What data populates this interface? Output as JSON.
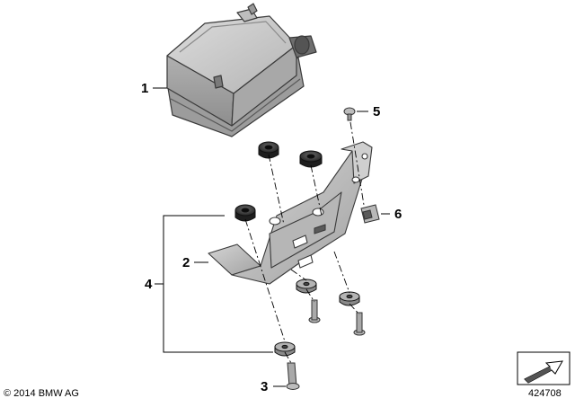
{
  "diagram": {
    "callouts": [
      {
        "id": "1",
        "label": "1"
      },
      {
        "id": "2",
        "label": "2"
      },
      {
        "id": "3",
        "label": "3"
      },
      {
        "id": "4",
        "label": "4"
      },
      {
        "id": "5",
        "label": "5"
      },
      {
        "id": "6",
        "label": "6"
      }
    ],
    "parts": [
      {
        "callout": "1",
        "icon": "control-unit-box-icon"
      },
      {
        "callout": "2",
        "icon": "mounting-bracket-icon"
      },
      {
        "callout": "3",
        "icon": "hex-bolt-icon"
      },
      {
        "callout": "4",
        "icon": "rubber-mount-icon"
      },
      {
        "callout": "5",
        "icon": "screw-icon"
      },
      {
        "callout": "6",
        "icon": "clip-nut-icon"
      }
    ]
  },
  "footer": {
    "copyright": "© 2014 BMW AG",
    "diagram_number": "424708"
  },
  "colors": {
    "part_fill_light": "#c9c9c9",
    "part_fill_mid": "#a9a9a9",
    "part_fill_dark": "#4a4a4a",
    "line": "#000000"
  }
}
